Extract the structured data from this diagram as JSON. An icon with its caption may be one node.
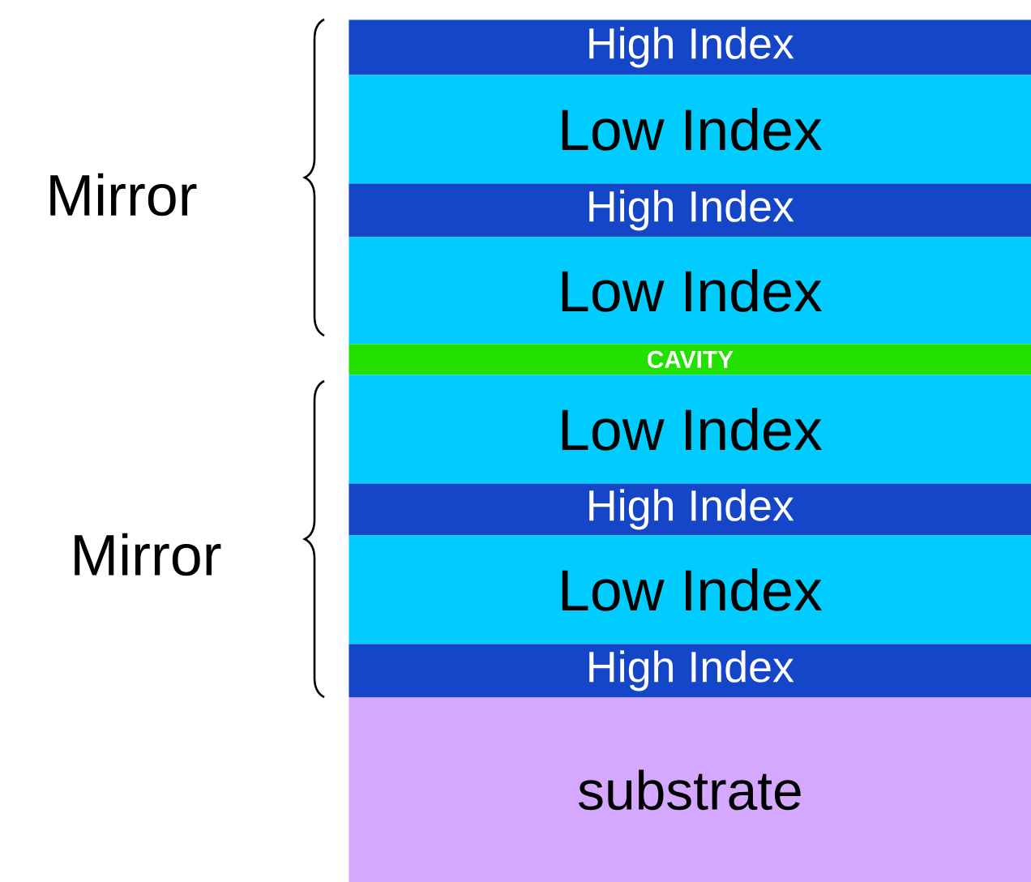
{
  "diagram": {
    "nodes": [
      {
        "text": [
          "High Index"
        ]
      },
      {
        "text": [
          "Low Index"
        ]
      },
      {
        "text": [
          "High Index"
        ]
      },
      {
        "text": [
          "Low Index"
        ]
      },
      {
        "text": [
          "CAVITY"
        ]
      },
      {
        "text": [
          "Low Index"
        ]
      },
      {
        "text": [
          "High Index"
        ]
      },
      {
        "text": [
          "Low Index"
        ]
      },
      {
        "text": [
          "High Index"
        ]
      },
      {
        "text": [
          "substrate"
        ]
      }
    ],
    "labels": [
      "Mirror",
      "Mirror"
    ]
  }
}
